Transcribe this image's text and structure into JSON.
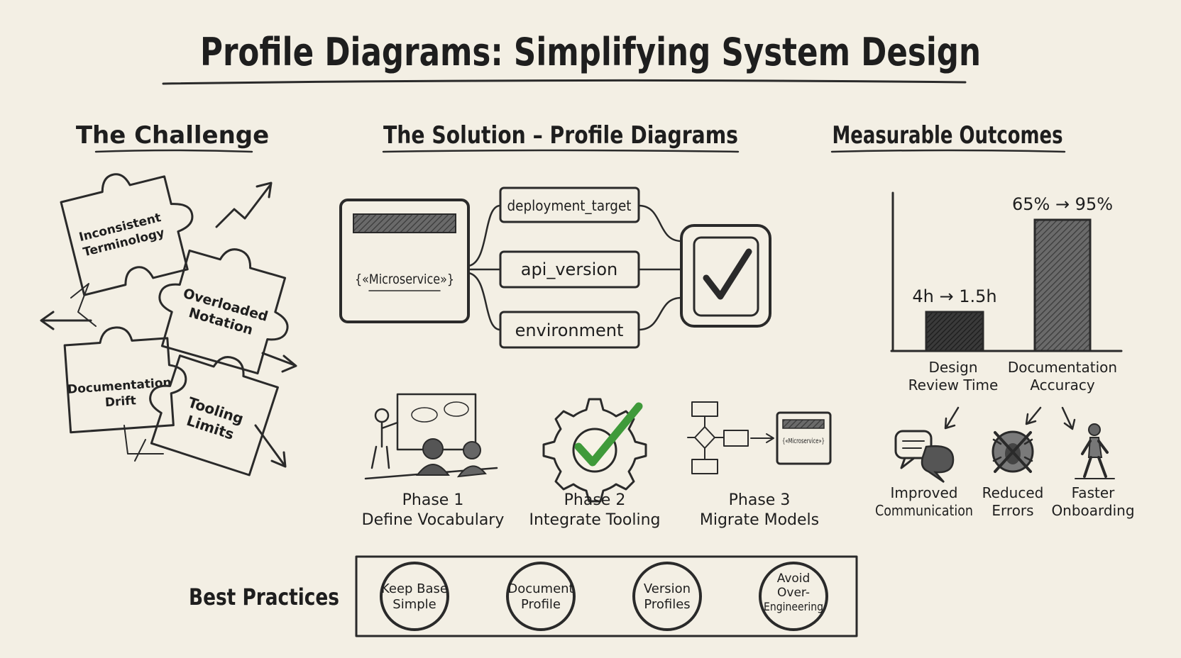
{
  "title": "Profile Diagrams: Simplifying System Design",
  "challenge": {
    "heading": "The Challenge",
    "pieces": [
      {
        "line1": "Inconsistent",
        "line2": "Terminology"
      },
      {
        "line1": "Overloaded",
        "line2": "Notation"
      },
      {
        "line1": "Documentation",
        "line2": "Drift"
      },
      {
        "line1": "Tooling",
        "line2": "Limits"
      }
    ]
  },
  "solution": {
    "heading": "The Solution – Profile Diagrams",
    "stereotype": "{«Microservice»}",
    "tags": [
      "deployment_target",
      "api_version",
      "environment"
    ],
    "mini_stereotype": "{«Microservice»}",
    "phases": [
      {
        "name": "Phase 1",
        "desc": "Define Vocabulary"
      },
      {
        "name": "Phase 2",
        "desc": "Integrate Tooling"
      },
      {
        "name": "Phase 3",
        "desc": "Migrate Models"
      }
    ]
  },
  "outcomes": {
    "heading": "Measurable Outcomes",
    "bars": [
      {
        "label_line1": "Design",
        "label_line2": "Review Time",
        "value_label": "4h → 1.5h",
        "height_fraction": 0.27
      },
      {
        "label_line1": "Documentation",
        "label_line2": "Accuracy",
        "value_label": "65% → 95%",
        "height_fraction": 0.9
      }
    ],
    "benefits": [
      {
        "line1": "Improved",
        "line2": "Communication",
        "icon": "speech-bubbles-icon"
      },
      {
        "line1": "Reduced",
        "line2": "Errors",
        "icon": "crossed-bug-icon"
      },
      {
        "line1": "Faster",
        "line2": "Onboarding",
        "icon": "walking-person-icon"
      }
    ]
  },
  "best_practices": {
    "heading": "Best Practices",
    "items": [
      {
        "line1": "Keep Base",
        "line2": "Simple",
        "line3": ""
      },
      {
        "line1": "Document",
        "line2": "Profile",
        "line3": ""
      },
      {
        "line1": "Version",
        "line2": "Profiles",
        "line3": ""
      },
      {
        "line1": "Avoid",
        "line2": "Over-",
        "line3": "Engineering"
      }
    ]
  },
  "colors": {
    "ink": "#2a2a2a",
    "paper": "#f3efe4",
    "check_green": "#3f9a3a"
  }
}
